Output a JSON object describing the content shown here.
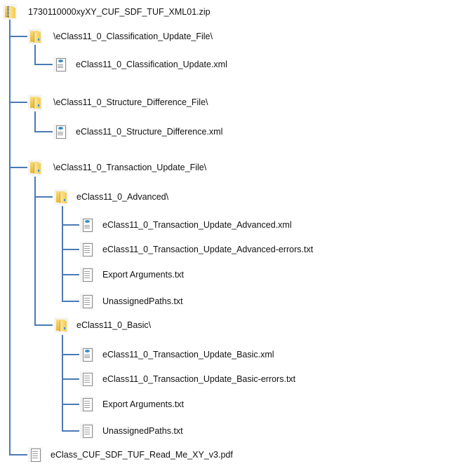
{
  "tree": {
    "root": {
      "label": "1730110000xyXY_CUF_SDF_TUF_XML01.zip",
      "icon": "zip-folder-icon"
    },
    "classification_folder": {
      "label": "\\eClass11_0_Classification_Update_File\\",
      "icon": "folder-icon"
    },
    "classification_xml": {
      "label": "eClass11_0_Classification_Update.xml",
      "icon": "xml-file-icon"
    },
    "structure_folder": {
      "label": "\\eClass11_0_Structure_Difference_File\\",
      "icon": "folder-icon"
    },
    "structure_xml": {
      "label": "eClass11_0_Structure_Difference.xml",
      "icon": "xml-file-icon"
    },
    "transaction_folder": {
      "label": "\\eClass11_0_Transaction_Update_File\\",
      "icon": "folder-icon"
    },
    "advanced_folder": {
      "label": "eClass11_0_Advanced\\",
      "icon": "folder-icon"
    },
    "advanced_files": [
      {
        "label": "eClass11_0_Transaction_Update_Advanced.xml",
        "icon": "xml-file-icon"
      },
      {
        "label": "eClass11_0_Transaction_Update_Advanced-errors.txt",
        "icon": "text-file-icon"
      },
      {
        "label": "Export Arguments.txt",
        "icon": "text-file-icon"
      },
      {
        "label": "UnassignedPaths.txt",
        "icon": "text-file-icon"
      }
    ],
    "basic_folder": {
      "label": "eClass11_0_Basic\\",
      "icon": "folder-icon"
    },
    "basic_files": [
      {
        "label": "eClass11_0_Transaction_Update_Basic.xml",
        "icon": "xml-file-icon"
      },
      {
        "label": "eClass11_0_Transaction_Update_Basic-errors.txt",
        "icon": "text-file-icon"
      },
      {
        "label": "Export Arguments.txt",
        "icon": "text-file-icon"
      },
      {
        "label": "UnassignedPaths.txt",
        "icon": "text-file-icon"
      }
    ],
    "readme": {
      "label": "eClass_CUF_SDF_TUF_Read_Me_XY_v3.pdf",
      "icon": "text-file-icon"
    }
  },
  "colors": {
    "connector": "#4a7ab5"
  }
}
